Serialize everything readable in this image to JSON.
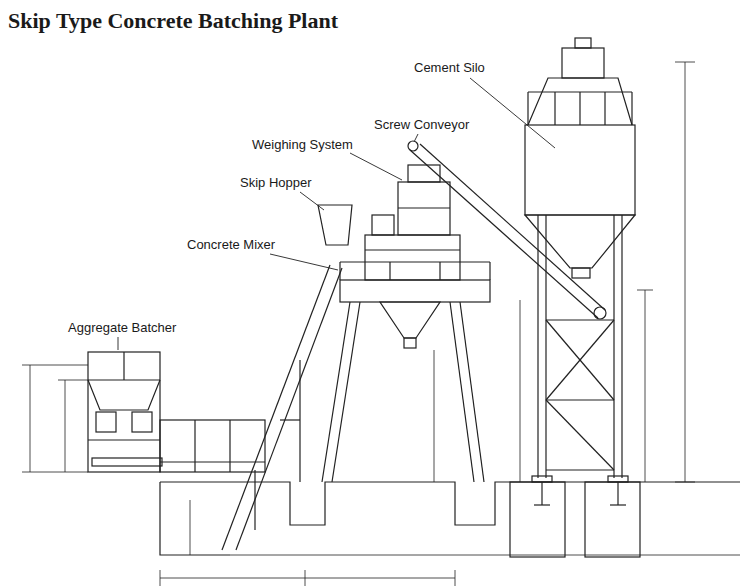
{
  "diagram": {
    "title": "Skip Type Concrete Batching Plant",
    "labels": [
      "Cement Silo",
      "Screw Conveyor",
      "Weighing System",
      "Skip Hopper",
      "Concrete Mixer",
      "Aggregate Batcher"
    ]
  }
}
